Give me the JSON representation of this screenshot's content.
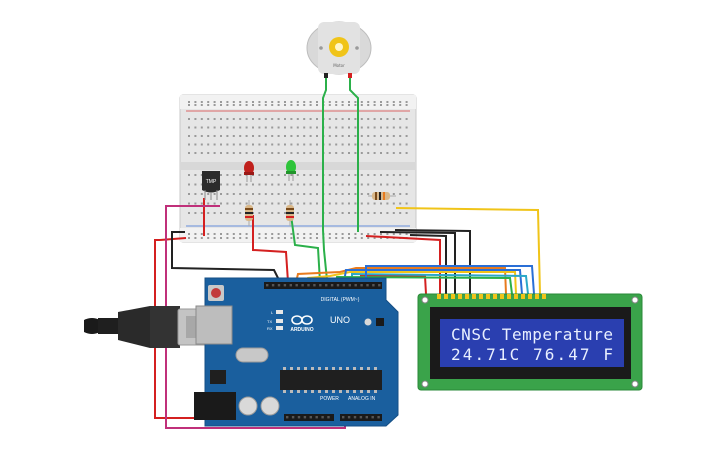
{
  "canvas": {
    "background": "#ffffff"
  },
  "motor": {
    "label": "Motor"
  },
  "sensor": {
    "label": "TMP"
  },
  "arduino": {
    "brand": "ARDUINO",
    "model": "UNO",
    "digital_label": "DIGITAL (PWM~)",
    "power_label": "POWER",
    "analog_label": "ANALOG IN",
    "tx_label": "TX",
    "rx_label": "RX",
    "l_label": "L",
    "body_color": "#1a5f9e"
  },
  "lcd": {
    "line1": "CNSC Temperature",
    "line2": " 24.71C   76.47 F",
    "pcb_color": "#3aa34a",
    "screen_color": "#2a3fb0"
  },
  "wire_colors": {
    "green": "#2bb04a",
    "red": "#d42020",
    "black": "#222222",
    "yellow": "#f0c419",
    "magenta": "#c0307a",
    "blue": "#2a6fd6",
    "cyan": "#2aa8c8",
    "orange": "#e87b1e"
  },
  "leds": {
    "red": "#c0201c",
    "green": "#2ec43a"
  }
}
